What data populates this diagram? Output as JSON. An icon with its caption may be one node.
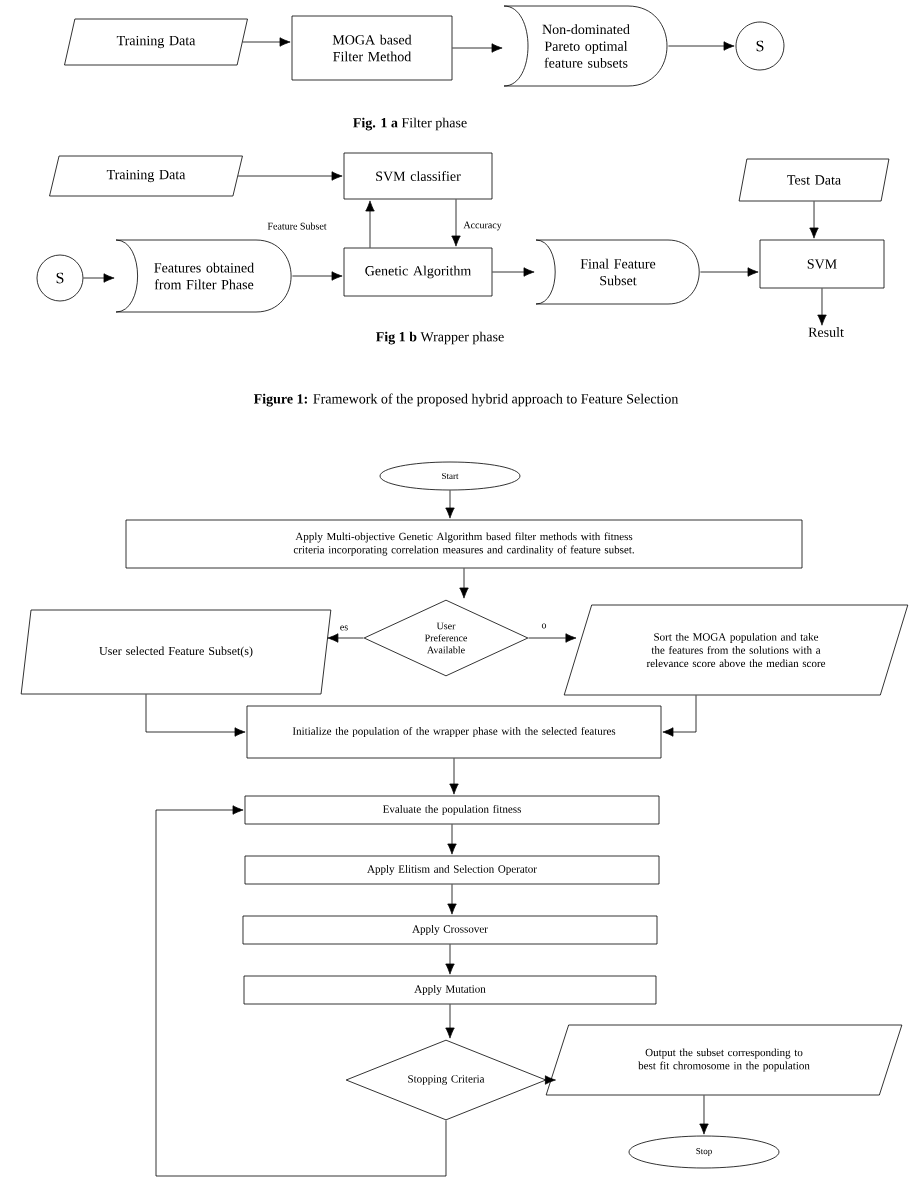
{
  "diagram": {
    "nodes": [
      {
        "text": [
          "Training Data"
        ]
      },
      {
        "text": [
          "MOGA based Filter Method"
        ]
      },
      {
        "text": [
          "Non-dominated Pareto optimal feature subsets"
        ]
      },
      {
        "text": [
          "S"
        ]
      },
      {
        "text": [
          "Training Data"
        ]
      },
      {
        "text": [
          "SVM classifier"
        ]
      },
      {
        "text": [
          "S"
        ]
      },
      {
        "text": [
          "Features obtained from Filter Phase"
        ]
      },
      {
        "text": [
          "Genetic Algorithm"
        ]
      },
      {
        "text": [
          "Final Feature Subset"
        ]
      },
      {
        "text": [
          "Test Data"
        ]
      },
      {
        "text": [
          "SVM"
        ]
      },
      {
        "text": [
          "Result"
        ]
      },
      {
        "text": [
          "Start"
        ]
      },
      {
        "text": [
          "Apply Multi-objective Genetic Algorithm based filter methods with fitness criteria incorporating correlation measures and cardinality of feature subset."
        ]
      },
      {
        "text": [
          "User Preference Available"
        ]
      },
      {
        "text": [
          "User selected Feature Subset(s)"
        ]
      },
      {
        "text": [
          "Sort the MOGA population and take the features from the solutions with a relevance score above the median score"
        ]
      },
      {
        "text": [
          "Initialize the population of the wrapper phase with the selected features"
        ]
      },
      {
        "text": [
          "Evaluate the population fitness"
        ]
      },
      {
        "text": [
          "Apply Elitism and Selection Operator"
        ]
      },
      {
        "text": [
          "Apply Crossover"
        ]
      },
      {
        "text": [
          "Apply Mutation"
        ]
      },
      {
        "text": [
          "Stopping Criteria"
        ]
      },
      {
        "text": [
          "Output the subset corresponding to best fit chromosome in the population"
        ]
      },
      {
        "text": [
          "Stop"
        ]
      }
    ],
    "edges": [
      {
        "from": 0,
        "to": 1,
        "arrow": "to"
      },
      {
        "from": 1,
        "to": 2,
        "arrow": "to"
      },
      {
        "from": 2,
        "to": 3,
        "arrow": "to"
      },
      {
        "from": 4,
        "to": 5,
        "arrow": "to"
      },
      {
        "from": 8,
        "to": 5,
        "arrow": "to",
        "label": "Feature Subset"
      },
      {
        "from": 5,
        "to": 8,
        "arrow": "to",
        "label": "Accuracy"
      },
      {
        "from": 6,
        "to": 7,
        "arrow": "to"
      },
      {
        "from": 7,
        "to": 8,
        "arrow": "to"
      },
      {
        "from": 8,
        "to": 9,
        "arrow": "to"
      },
      {
        "from": 9,
        "to": 11,
        "arrow": "to"
      },
      {
        "from": 10,
        "to": 11,
        "arrow": "to"
      },
      {
        "from": 11,
        "to": 12,
        "arrow": "to"
      },
      {
        "from": 13,
        "to": 14,
        "arrow": "to"
      },
      {
        "from": 14,
        "to": 15,
        "arrow": "to"
      },
      {
        "from": 15,
        "to": 16,
        "arrow": "to",
        "label": "es"
      },
      {
        "from": 15,
        "to": 17,
        "arrow": "to",
        "label": "o"
      },
      {
        "from": 16,
        "to": 18,
        "arrow": "to"
      },
      {
        "from": 17,
        "to": 18,
        "arrow": "to"
      },
      {
        "from": 18,
        "to": 19,
        "arrow": "to"
      },
      {
        "from": 19,
        "to": 20,
        "arrow": "to"
      },
      {
        "from": 20,
        "to": 21,
        "arrow": "to"
      },
      {
        "from": 21,
        "to": 22,
        "arrow": "to"
      },
      {
        "from": 22,
        "to": 23,
        "arrow": "to"
      },
      {
        "from": 23,
        "to": 24,
        "arrow": "to"
      },
      {
        "from": 24,
        "to": 25,
        "arrow": "to"
      },
      {
        "from": 23,
        "to": 19,
        "arrow": "to"
      }
    ],
    "labels": [
      "**Fig. 1 a** Filter phase",
      "**Fig 1 b** Wrapper phase",
      "**Figure 1:** Framework of the proposed hybrid approach to Feature Selection"
    ]
  }
}
